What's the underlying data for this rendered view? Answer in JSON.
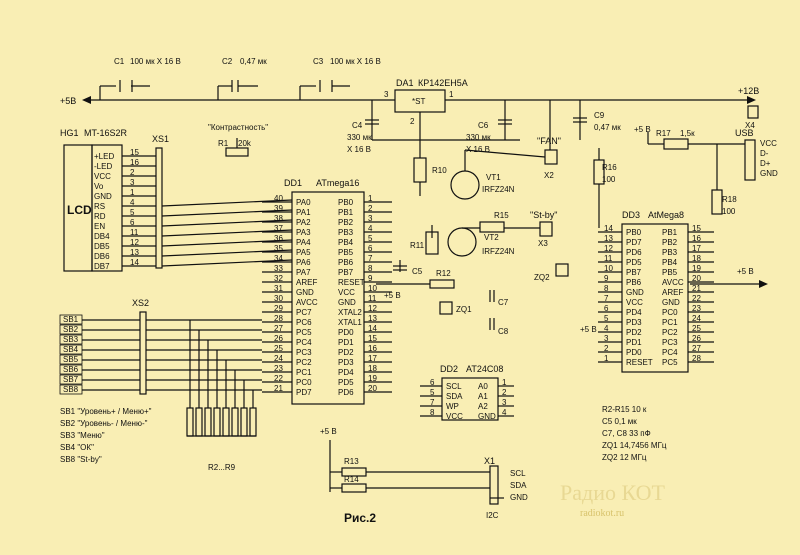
{
  "power": {
    "in_5v": "+5B",
    "in_12v": "+12B",
    "x4": "X4"
  },
  "caps_top": [
    {
      "ref": "C1",
      "value": "100 мк X 16 В"
    },
    {
      "ref": "C2",
      "value": "0,47 мк"
    },
    {
      "ref": "C3",
      "value": "100 мк X 16 В"
    }
  ],
  "regulator": {
    "ref": "DA1",
    "part": "КР142ЕН5А",
    "label": "*ST",
    "pin1": "1",
    "pin2": "2",
    "pin3": "3"
  },
  "c4": {
    "ref": "C4",
    "v1": "330 мк",
    "v2": "X 16 В"
  },
  "c6": {
    "ref": "C6",
    "v1": "330 мк",
    "v2": "X 16 В"
  },
  "c9": {
    "ref": "C9",
    "value": "0,47 мк"
  },
  "fan": {
    "label": "\"FAN\"",
    "ref": "X2"
  },
  "stby": {
    "label": "\"St-by\"",
    "ref": "X3"
  },
  "vt1": {
    "ref": "VT1",
    "part": "IRFZ24N"
  },
  "vt2": {
    "ref": "VT2",
    "part": "IRFZ24N"
  },
  "r10": "R10",
  "r11": "R11",
  "r15": "R15",
  "r12": "R12",
  "r16": {
    "ref": "R16",
    "value": "100"
  },
  "r17": {
    "ref": "R17",
    "value": "1,5к"
  },
  "r18": {
    "ref": "R18",
    "value": "100"
  },
  "usb": {
    "label": "USB",
    "pins": [
      "VCC",
      "D-",
      "D+",
      "GND"
    ]
  },
  "plus5": "+5 В",
  "hg1": {
    "ref": "HG1",
    "part": "MT-16S2R",
    "body": "LCD",
    "pins": [
      "+LED",
      "-LED",
      "VCC",
      "Vo",
      "GND",
      "RS",
      "RD",
      "EN",
      "DB4",
      "DB5",
      "DB6",
      "DB7"
    ],
    "nums": [
      "15",
      "16",
      "2",
      "3",
      "1",
      "4",
      "5",
      "6",
      "11",
      "12",
      "13",
      "14"
    ]
  },
  "xs1": "XS1",
  "contrast": {
    "label": "\"Контрастность\"",
    "ref": "R1",
    "value": "20k"
  },
  "dd1": {
    "ref": "DD1",
    "part": "ATmega16",
    "left": [
      "PA0",
      "PA1",
      "PA2",
      "PA3",
      "PA4",
      "PA5",
      "PA6",
      "PA7",
      "AREF",
      "GND",
      "AVCC",
      "PC7",
      "PC6",
      "PC5",
      "PC4",
      "PC3",
      "PC2",
      "PC1",
      "PC0",
      "PD7"
    ],
    "left_nums": [
      "40",
      "39",
      "38",
      "37",
      "36",
      "35",
      "34",
      "33",
      "32",
      "31",
      "30",
      "29",
      "28",
      "27",
      "26",
      "25",
      "24",
      "23",
      "22",
      "21"
    ],
    "right": [
      "PB0",
      "PB1",
      "PB2",
      "PB3",
      "PB4",
      "PB5",
      "PB6",
      "PB7",
      "RESET",
      "VCC",
      "GND",
      "XTAL2",
      "XTAL1",
      "PD0",
      "PD1",
      "PD2",
      "PD3",
      "PD4",
      "PD5",
      "PD6"
    ],
    "right_nums": [
      "1",
      "2",
      "3",
      "4",
      "5",
      "6",
      "7",
      "8",
      "9",
      "10",
      "11",
      "12",
      "13",
      "14",
      "15",
      "16",
      "17",
      "18",
      "19",
      "20"
    ]
  },
  "dd3": {
    "ref": "DD3",
    "part": "AtMega8",
    "left": [
      "PB0",
      "PD7",
      "PD6",
      "PD5",
      "PB7",
      "PB6",
      "GND",
      "VCC",
      "PD4",
      "PD3",
      "PD2",
      "PD1",
      "PD0",
      "RESET"
    ],
    "left_nums": [
      "14",
      "13",
      "12",
      "11",
      "10",
      "9",
      "8",
      "7",
      "6",
      "5",
      "4",
      "3",
      "2",
      "1"
    ],
    "right": [
      "PB1",
      "PB2",
      "PB3",
      "PB4",
      "PB5",
      "AVCC",
      "AREF",
      "GND",
      "PC0",
      "PC1",
      "PC2",
      "PC3",
      "PC4",
      "PC5"
    ],
    "right_nums": [
      "15",
      "16",
      "17",
      "18",
      "19",
      "20",
      "21",
      "22",
      "23",
      "24",
      "25",
      "26",
      "27",
      "28"
    ]
  },
  "dd2": {
    "ref": "DD2",
    "part": "AT24C08",
    "left": [
      "SCL",
      "SDA",
      "WP",
      "VCC"
    ],
    "left_nums": [
      "6",
      "5",
      "7",
      "8"
    ],
    "right": [
      "A0",
      "A1",
      "A2",
      "GND"
    ],
    "right_nums": [
      "1",
      "2",
      "3",
      "4"
    ]
  },
  "xs2": "XS2",
  "buttons": [
    "SB1",
    "SB2",
    "SB3",
    "SB4",
    "SB5",
    "SB6",
    "SB7",
    "SB8"
  ],
  "r29": "R2...R9",
  "legend": [
    "SB1  \"Уровень+ / Меню+\"",
    "SB2  \"Уровень- / Меню-\"",
    "SB3  \"Меню\"",
    "SB4  \"ОК\"",
    "SB8  \"St-by\""
  ],
  "zq1": "ZQ1",
  "zq2": "ZQ2",
  "c5": "C5",
  "c7": "C7",
  "c8": "C8",
  "r13": "R13",
  "r14": "R14",
  "x1": {
    "ref": "X1",
    "pins": [
      "SCL",
      "SDA",
      "GND"
    ],
    "label": "I2C"
  },
  "notes": [
    "R2-R15 10 к",
    "C5  0,1 мк",
    "C7, C8  33 пФ",
    "ZQ1  14,7456 МГц",
    "ZQ2  12 МГц"
  ],
  "figure": "Рис.2",
  "watermark": {
    "text": "Радио КОТ",
    "url": "radiokot.ru"
  }
}
